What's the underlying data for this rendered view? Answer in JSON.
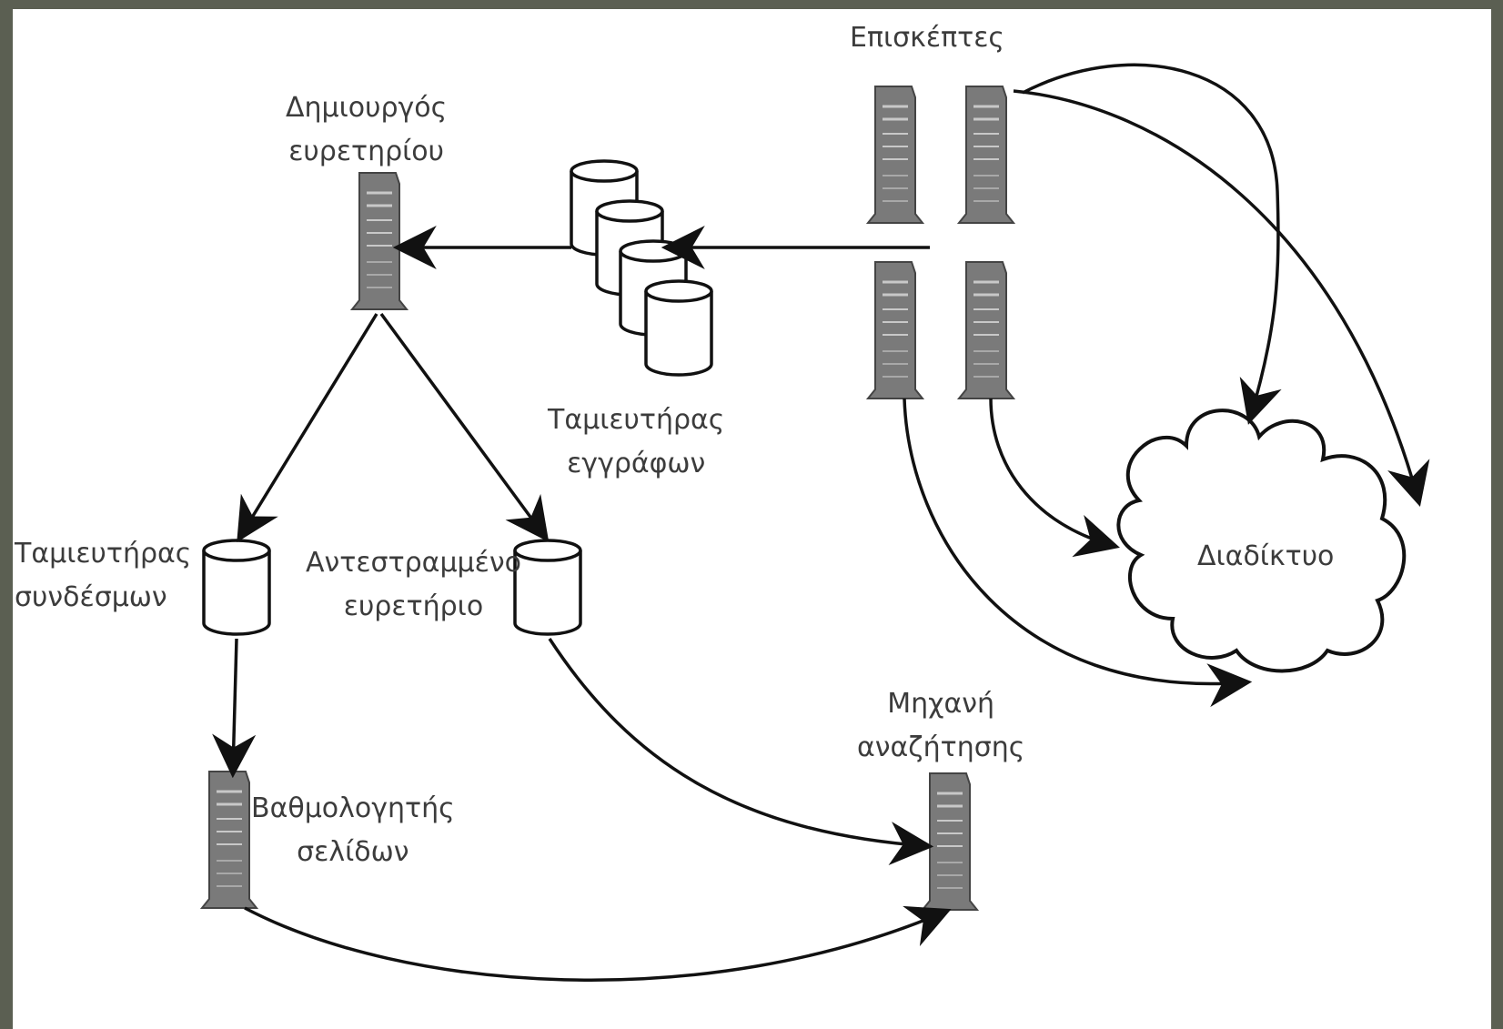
{
  "labels": {
    "visitor": "Επισκέπτες",
    "index_builder": "Δημιουργός\nευρετηρίου",
    "document_store": "Ταμιευτήρας\nεγγράφων",
    "link_store": "Ταμιευτήρας\nσυνδέσμων",
    "inverted_index": "Αντεστραμμένο\nευρετήριο",
    "internet": "Διαδίκτυο",
    "search_engine": "Μηχανή\nαναζήτησης",
    "page_ranker": "Βαθμολογητής\nσελίδων"
  },
  "colors": {
    "frame": "#5b5f52",
    "server_body": "#7a7a7a",
    "line": "#111111",
    "text": "#3c3c3c"
  },
  "icons": [
    "server-icon",
    "database-icon",
    "cloud-icon"
  ]
}
